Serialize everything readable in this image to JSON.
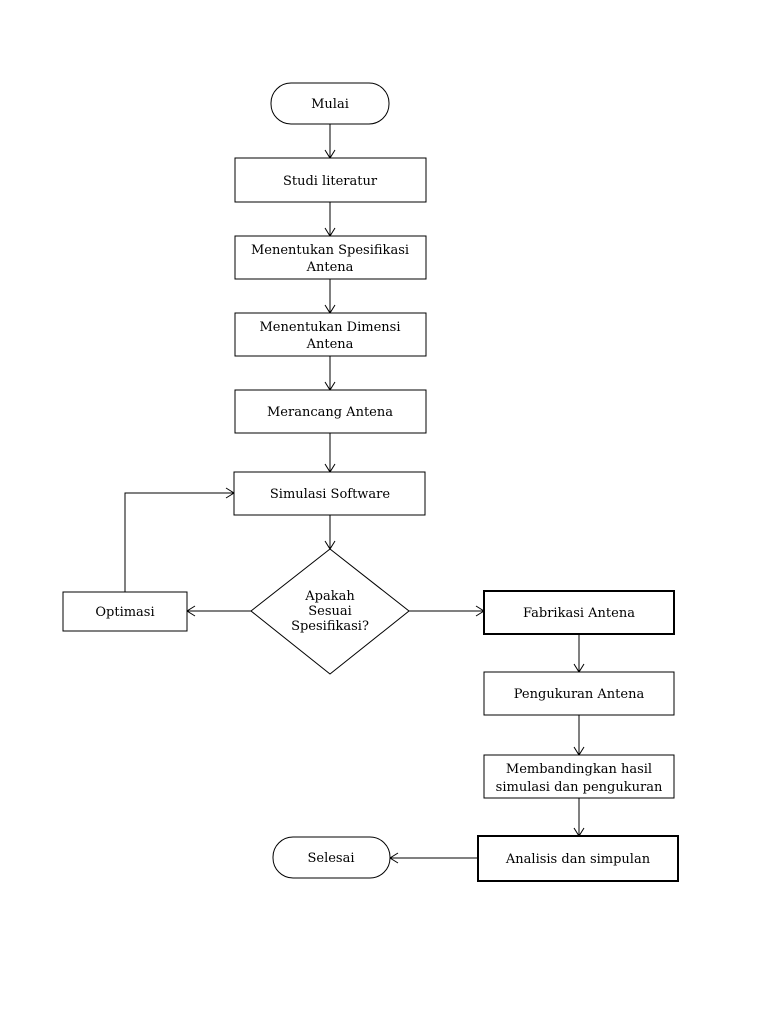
{
  "flowchart": {
    "nodes": {
      "start": [
        "Mulai"
      ],
      "literature": [
        "Studi literatur"
      ],
      "spec": [
        "Menentukan Spesifikasi",
        "Antena"
      ],
      "dimension": [
        "Menentukan Dimensi",
        "Antena"
      ],
      "design": [
        "Merancang Antena"
      ],
      "simulation": [
        "Simulasi Software"
      ],
      "decision": [
        "Apakah",
        "Sesuai",
        "Spesifikasi?"
      ],
      "optimization": [
        "Optimasi"
      ],
      "fabrication": [
        "Fabrikasi Antena"
      ],
      "measurement": [
        "Pengukuran Antena"
      ],
      "compare": [
        "Membandingkan hasil",
        "simulasi dan pengukuran"
      ],
      "analysis": [
        "Analisis dan simpulan"
      ],
      "end": [
        "Selesai"
      ]
    }
  }
}
